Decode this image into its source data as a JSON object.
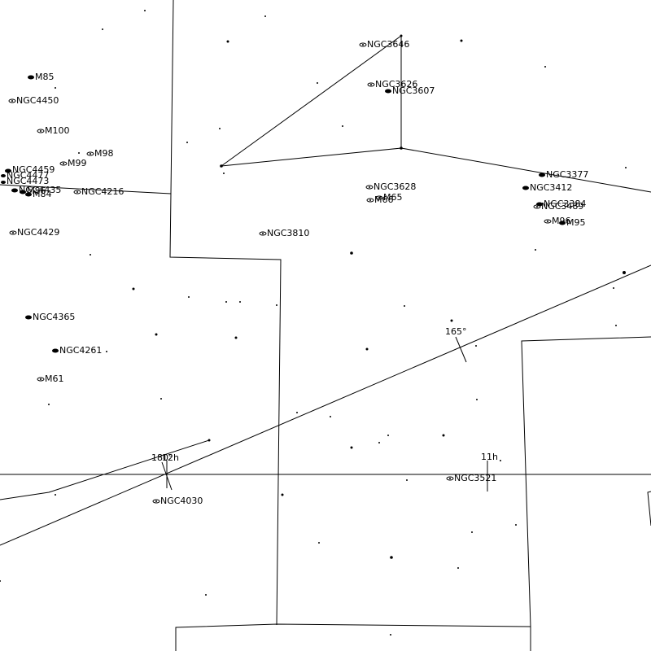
{
  "colors": {
    "background": "#ffffff",
    "ink": "#000000"
  },
  "markers": {
    "ecliptic_angle": "165°",
    "ra_hour_left": "12h",
    "ecliptic_angle_left": "180°",
    "ra_hour_right": "11h"
  },
  "objects": [
    {
      "name": "M85",
      "kind": "elliptical"
    },
    {
      "name": "NGC4450",
      "kind": "spiral"
    },
    {
      "name": "M100",
      "kind": "spiral"
    },
    {
      "name": "M98",
      "kind": "spiral"
    },
    {
      "name": "M99",
      "kind": "spiral"
    },
    {
      "name": "NGC4459",
      "kind": "elliptical"
    },
    {
      "name": "NGC4477",
      "kind": "elliptical"
    },
    {
      "name": "NGC4473",
      "kind": "elliptical"
    },
    {
      "name": "NGC4435",
      "kind": "elliptical"
    },
    {
      "name": "M86",
      "kind": "elliptical"
    },
    {
      "name": "M84",
      "kind": "elliptical"
    },
    {
      "name": "NGC4216",
      "kind": "spiral"
    },
    {
      "name": "NGC4429",
      "kind": "spiral"
    },
    {
      "name": "NGC4365",
      "kind": "elliptical"
    },
    {
      "name": "NGC4261",
      "kind": "elliptical"
    },
    {
      "name": "M61",
      "kind": "spiral"
    },
    {
      "name": "NGC4030",
      "kind": "spiral"
    },
    {
      "name": "NGC3810",
      "kind": "spiral"
    },
    {
      "name": "NGC3646",
      "kind": "spiral"
    },
    {
      "name": "NGC3626",
      "kind": "spiral"
    },
    {
      "name": "NGC3607",
      "kind": "elliptical"
    },
    {
      "name": "NGC3628",
      "kind": "spiral"
    },
    {
      "name": "M65",
      "kind": "spiral"
    },
    {
      "name": "M66",
      "kind": "spiral"
    },
    {
      "name": "NGC3377",
      "kind": "elliptical"
    },
    {
      "name": "NGC3412",
      "kind": "elliptical"
    },
    {
      "name": "NGC3384",
      "kind": "elliptical"
    },
    {
      "name": "NGC3489",
      "kind": "spiral"
    },
    {
      "name": "M96",
      "kind": "spiral"
    },
    {
      "name": "M95",
      "kind": "elliptical"
    },
    {
      "name": "NGC3521",
      "kind": "spiral"
    }
  ]
}
